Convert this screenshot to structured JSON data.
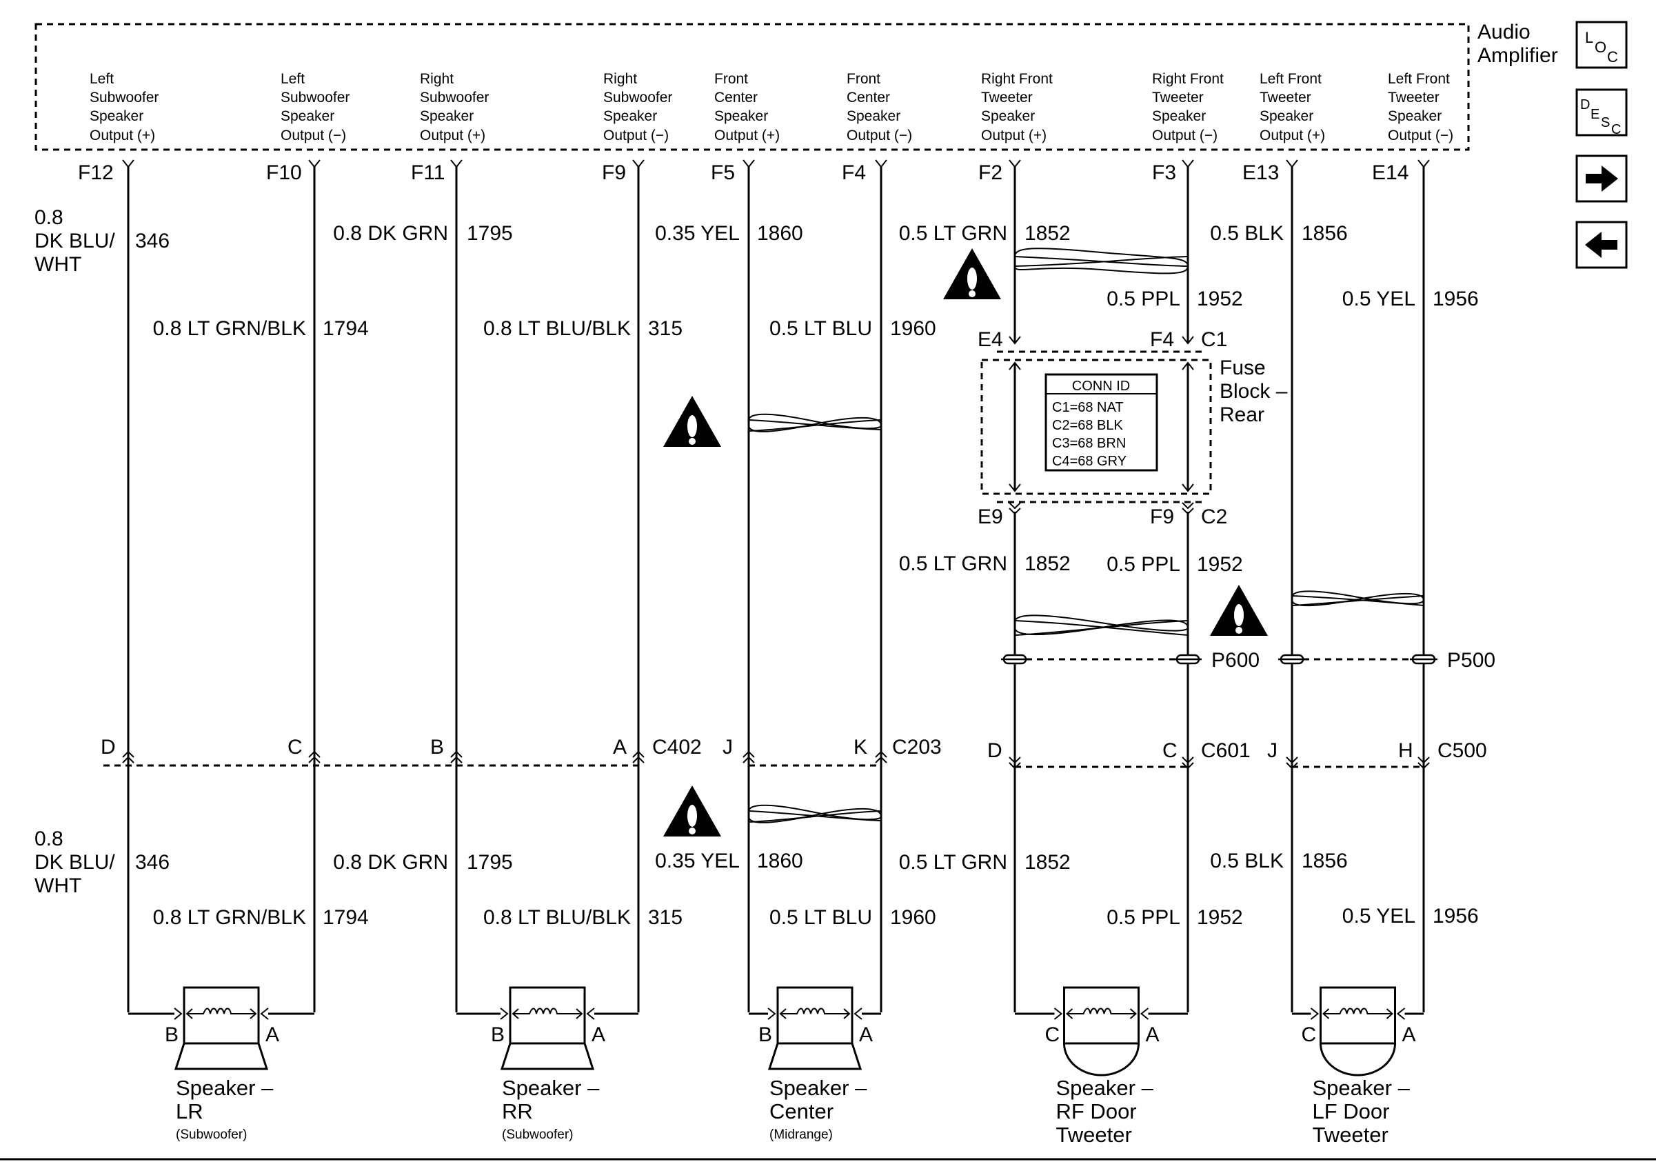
{
  "amplifier": {
    "title_line1": "Audio",
    "title_line2": "Amplifier",
    "outputs": [
      {
        "l1": "Left",
        "l2": "Subwoofer",
        "l3": "Speaker",
        "l4": "Output (+)",
        "pin": "F12"
      },
      {
        "l1": "Left",
        "l2": "Subwoofer",
        "l3": "Speaker",
        "l4": "Output (−)",
        "pin": "F10"
      },
      {
        "l1": "Right",
        "l2": "Subwoofer",
        "l3": "Speaker",
        "l4": "Output (+)",
        "pin": "F11"
      },
      {
        "l1": "Right",
        "l2": "Subwoofer",
        "l3": "Speaker",
        "l4": "Output (−)",
        "pin": "F9"
      },
      {
        "l1": "Front",
        "l2": "Center",
        "l3": "Speaker",
        "l4": "Output (+)",
        "pin": "F5"
      },
      {
        "l1": "Front",
        "l2": "Center",
        "l3": "Speaker",
        "l4": "Output (−)",
        "pin": "F4"
      },
      {
        "l1": "Right Front",
        "l2": "Tweeter",
        "l3": "Speaker",
        "l4": "Output (+)",
        "pin": "F2"
      },
      {
        "l1": "Right Front",
        "l2": "Tweeter",
        "l3": "Speaker",
        "l4": "Output (−)",
        "pin": "F3"
      },
      {
        "l1": "Left Front",
        "l2": "Tweeter",
        "l3": "Speaker",
        "l4": "Output (+)",
        "pin": "E13"
      },
      {
        "l1": "Left Front",
        "l2": "Tweeter",
        "l3": "Speaker",
        "l4": "Output (−)",
        "pin": "E14"
      }
    ]
  },
  "nav_icons": {
    "loc": "LOC",
    "desc": "DESC",
    "next": "arrow-right",
    "prev": "arrow-left"
  },
  "upper_wires": [
    {
      "color_l1": "0.8",
      "color_l2": "DK BLU/",
      "color_l3": "WHT",
      "circuit": "346"
    },
    {
      "color": "0.8 LT GRN/BLK",
      "circuit": "1794"
    },
    {
      "color": "0.8 DK GRN",
      "circuit": "1795"
    },
    {
      "color": "0.8 LT BLU/BLK",
      "circuit": "315"
    },
    {
      "color": "0.35 YEL",
      "circuit": "1860"
    },
    {
      "color": "0.5 LT BLU",
      "circuit": "1960"
    },
    {
      "color": "0.5 LT GRN",
      "circuit": "1852"
    },
    {
      "color": "0.5 PPL",
      "circuit": "1952"
    },
    {
      "color": "0.5 BLK",
      "circuit": "1856"
    },
    {
      "color": "0.5 YEL",
      "circuit": "1956"
    }
  ],
  "fuse_block": {
    "name_l1": "Fuse",
    "name_l2": "Block –",
    "name_l3": "Rear",
    "top_pins": [
      "E4",
      "F4",
      "C1"
    ],
    "bottom_pins": [
      "E9",
      "F9",
      "C2"
    ],
    "conn_id_title": "CONN ID",
    "conn_ids": [
      "C1=68 NAT",
      "C2=68 BLK",
      "C3=68 BRN",
      "C4=68 GRY"
    ]
  },
  "mid_wires": [
    {
      "color": "0.5 LT GRN",
      "circuit": "1852"
    },
    {
      "color": "0.5 PPL",
      "circuit": "1952"
    }
  ],
  "splices": [
    "P600",
    "P500"
  ],
  "connectors": {
    "c402": {
      "name": "C402",
      "pins": [
        "D",
        "C",
        "B",
        "A"
      ]
    },
    "c203": {
      "name": "C203",
      "pins": [
        "J",
        "K"
      ]
    },
    "c601": {
      "name": "C601",
      "pins": [
        "D",
        "C"
      ]
    },
    "c500": {
      "name": "C500",
      "pins": [
        "J",
        "H"
      ]
    }
  },
  "lower_wires": [
    {
      "color_l1": "0.8",
      "color_l2": "DK BLU/",
      "color_l3": "WHT",
      "circuit": "346"
    },
    {
      "color": "0.8 LT GRN/BLK",
      "circuit": "1794"
    },
    {
      "color": "0.8 DK GRN",
      "circuit": "1795"
    },
    {
      "color": "0.8 LT BLU/BLK",
      "circuit": "315"
    },
    {
      "color": "0.35 YEL",
      "circuit": "1860"
    },
    {
      "color": "0.5 LT BLU",
      "circuit": "1960"
    },
    {
      "color": "0.5 LT GRN",
      "circuit": "1852"
    },
    {
      "color": "0.5 PPL",
      "circuit": "1952"
    },
    {
      "color": "0.5 BLK",
      "circuit": "1856"
    },
    {
      "color": "0.5 YEL",
      "circuit": "1956"
    }
  ],
  "speakers": [
    {
      "l1": "Speaker –",
      "l2": "LR",
      "sub": "(Subwoofer)",
      "pin_l": "B",
      "pin_r": "A"
    },
    {
      "l1": "Speaker –",
      "l2": "RR",
      "sub": "(Subwoofer)",
      "pin_l": "B",
      "pin_r": "A"
    },
    {
      "l1": "Speaker –",
      "l2": "Center",
      "sub": "(Midrange)",
      "pin_l": "B",
      "pin_r": "A"
    },
    {
      "l1": "Speaker –",
      "l2": "RF Door",
      "l3": "Tweeter",
      "pin_l": "C",
      "pin_r": "A"
    },
    {
      "l1": "Speaker –",
      "l2": "LF Door",
      "l3": "Tweeter",
      "pin_l": "C",
      "pin_r": "A"
    }
  ]
}
